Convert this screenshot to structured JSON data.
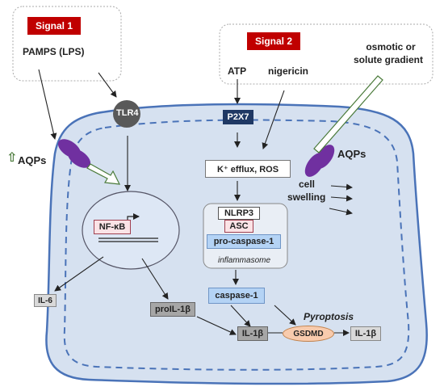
{
  "signal1": {
    "badge": "Signal 1",
    "text": "PAMPS (LPS)"
  },
  "signal2": {
    "badge": "Signal 2",
    "atp": "ATP",
    "nigericin": "nigericin",
    "osmotic_line1": "osmotic or",
    "osmotic_line2": "solute gradient"
  },
  "receptors": {
    "tlr4": "TLR4",
    "p2x7": "P2X7"
  },
  "aqps": {
    "left": "AQPs",
    "left_arrow": "⇧",
    "right": "AQPs"
  },
  "nucleus": {
    "nfkb": "NF-κB"
  },
  "pathway": {
    "k_efflux": "K⁺ efflux, ROS",
    "nlrp3": "NLRP3",
    "asc": "ASC",
    "pro_caspase": "pro-caspase-1",
    "inflammasome": "inflammasome",
    "caspase": "caspase-1",
    "cell_swelling_1": "cell",
    "cell_swelling_2": "swelling"
  },
  "outputs": {
    "il6": "IL-6",
    "proil1b": "proIL-1β",
    "il1b_inside": "IL-1β",
    "gsdmd": "GSDMD",
    "il1b_outside": "IL-1β",
    "pyroptosis": "Pyroptosis"
  },
  "colors": {
    "signal_red": "#c00000",
    "cell_fill": "#d6e1f0",
    "cell_border": "#4a73b8",
    "aqp_purple": "#7030a0",
    "tlr4_gray": "#595959",
    "p2x7_navy": "#1f3864",
    "gsdmd_orange": "#f8cbad"
  }
}
